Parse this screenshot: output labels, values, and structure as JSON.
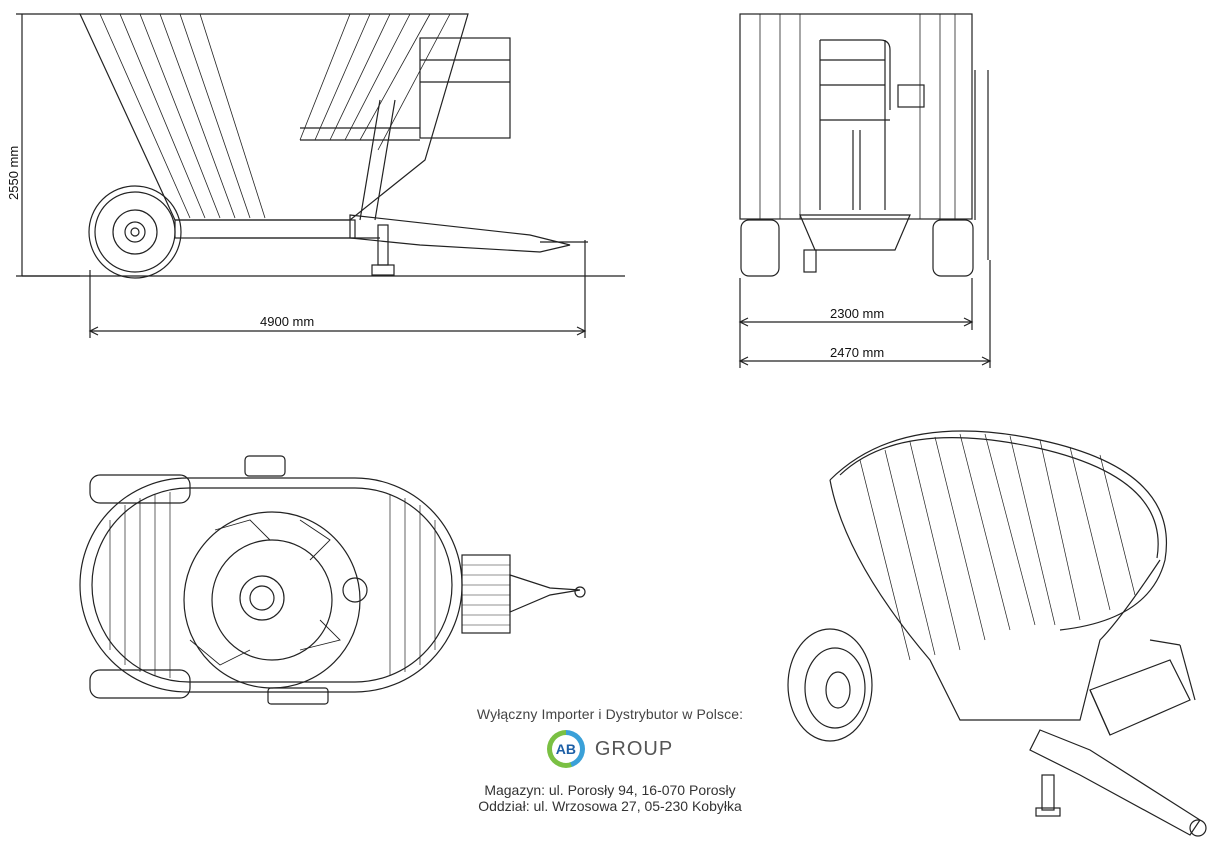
{
  "dimensions": {
    "height": "2550 mm",
    "length": "4900 mm",
    "inner_width": "2300 mm",
    "outer_width": "2470 mm"
  },
  "footer": {
    "importer": "Wyłączny Importer i Dystrybutor w Polsce:",
    "logo_mark": "AB",
    "logo_word": "GROUP",
    "address_1": "Magazyn: ul. Porosły 94, 16-070 Porosły",
    "address_2": "Oddział: ul. Wrzosowa 27, 05-230 Kobyłka"
  },
  "colors": {
    "line": "#222222",
    "logo_blue": "#3aa0d8",
    "logo_green": "#7ac043"
  }
}
